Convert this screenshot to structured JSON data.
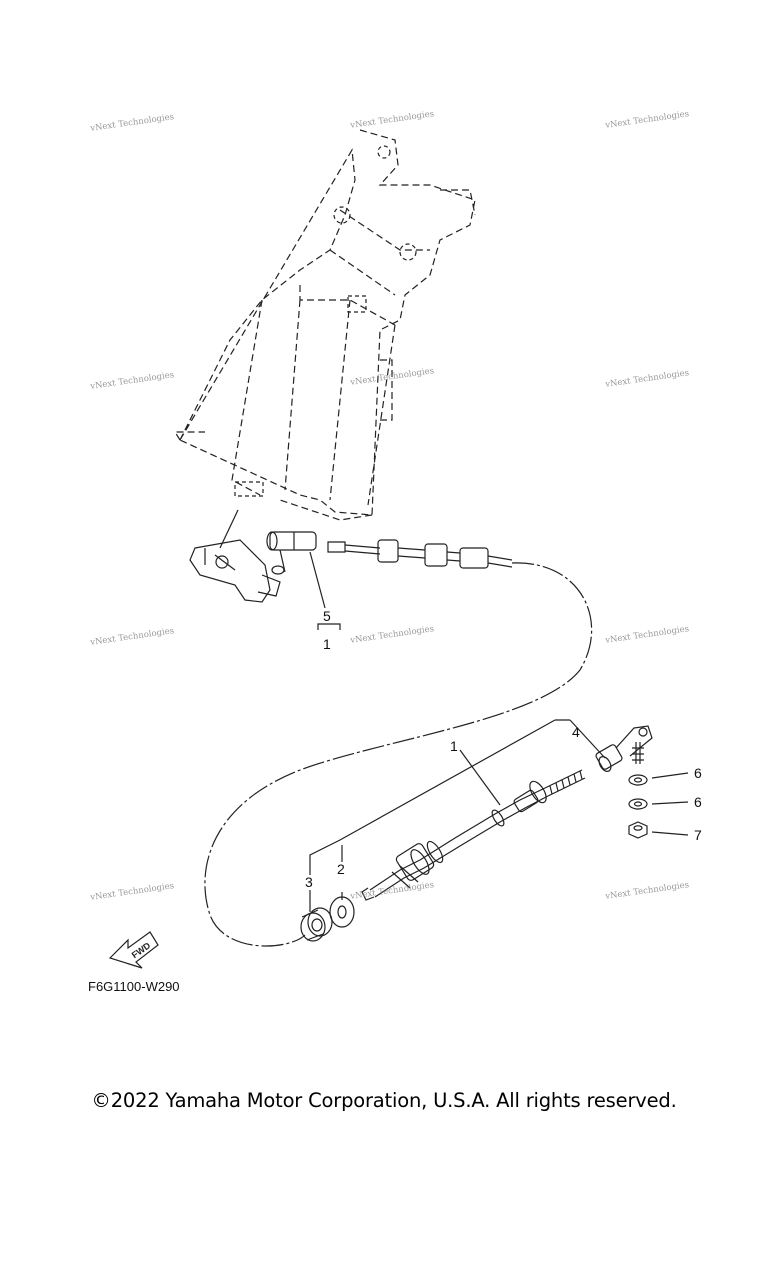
{
  "callouts": {
    "c1_top": "1",
    "c5": "5",
    "c1_main": "1",
    "c4": "4",
    "c6a": "6",
    "c6b": "6",
    "c7": "7",
    "c3": "3",
    "c2": "2"
  },
  "fwd_label": "FWD",
  "diagram_code": "F6G1100-W290",
  "copyright": "©2022 Yamaha Motor Corporation, U.S.A. All rights reserved.",
  "watermark": "vNext Technologies",
  "colors": {
    "line": "#222222",
    "watermark": "#777777"
  }
}
